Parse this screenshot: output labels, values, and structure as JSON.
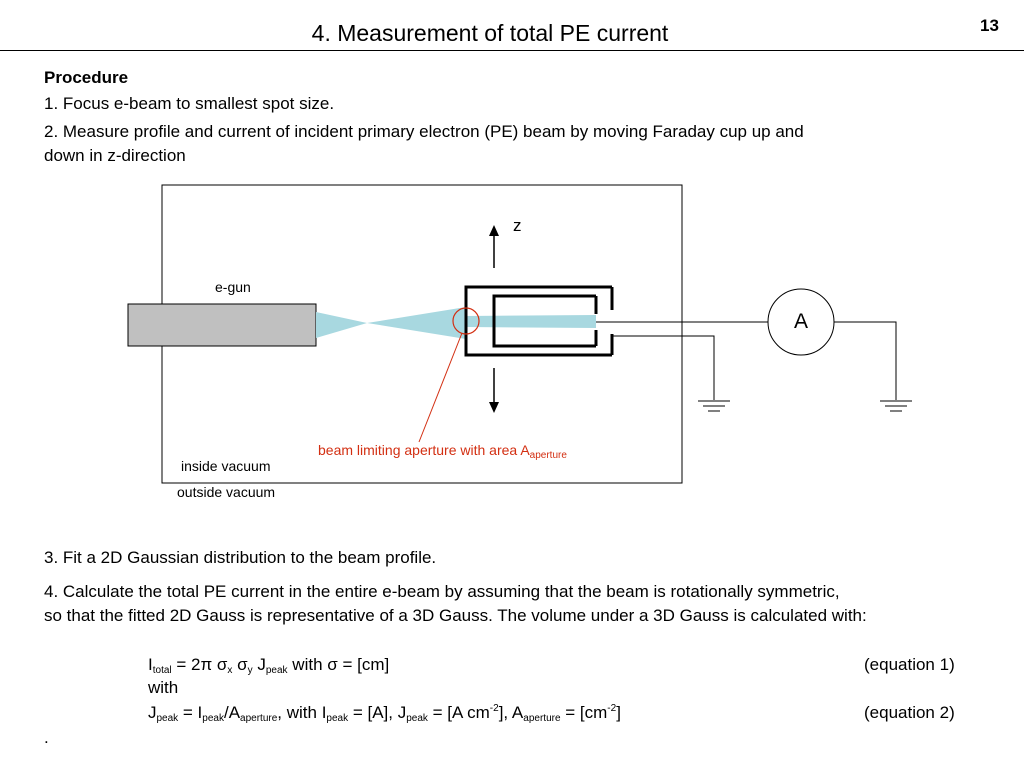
{
  "header": {
    "title": "4. Measurement of total PE current",
    "page_number": "13"
  },
  "procedure": {
    "heading": "Procedure",
    "step1": "1. Focus e-beam to smallest spot size.",
    "step2_line1": "2. Measure profile and current of incident primary electron (PE) beam by moving Faraday cup up and",
    "step2_line2": "down in z-direction",
    "step3": "3. Fit a 2D Gaussian distribution to the beam profile.",
    "step4_line1": "4. Calculate the total PE current in the entire e-beam by assuming that the beam is rotationally symmetric,",
    "step4_line2": "so that the fitted 2D Gauss is representative of a 3D Gauss. The volume under a 3D Gauss is calculated with:"
  },
  "diagram": {
    "egun_label": "e-gun",
    "z_label": "z",
    "ammeter_label": "A",
    "aperture_label_prefix": "beam limiting aperture with area A",
    "aperture_label_sub": "aperture",
    "inside_label": "inside vacuum",
    "outside_label": "outside vacuum",
    "colors": {
      "beam": "#a8d8e0",
      "egun_fill": "#c0c0c0",
      "annotation": "#d32f12"
    }
  },
  "equations": {
    "eq1": {
      "I": "I",
      "total_sub": "total",
      "mid": " = 2π σ",
      "x_sub": "x",
      "sigma2": " σ",
      "y_sub": "y",
      "J": " J",
      "peak_sub": "peak",
      "tail": " with σ = [cm]",
      "number": "(equation 1)"
    },
    "with_word": "with",
    "eq2": {
      "J": "J",
      "peak_sub1": "peak",
      "eq": " = I",
      "peak_sub2": "peak",
      "slash": "/A",
      "aperture_sub1": "aperture",
      "with_I": ", with I",
      "peak_sub3": "peak",
      "unitA": " = [A], J",
      "peak_sub4": "peak",
      "unitJ": " = [A cm",
      "sup1": "-2",
      "unitJ_close": "], A",
      "aperture_sub2": "aperture",
      "unitAp": " = [cm",
      "sup2": "-2",
      "close": "]",
      "number": "(equation 2)"
    },
    "trailing_dot": "."
  }
}
